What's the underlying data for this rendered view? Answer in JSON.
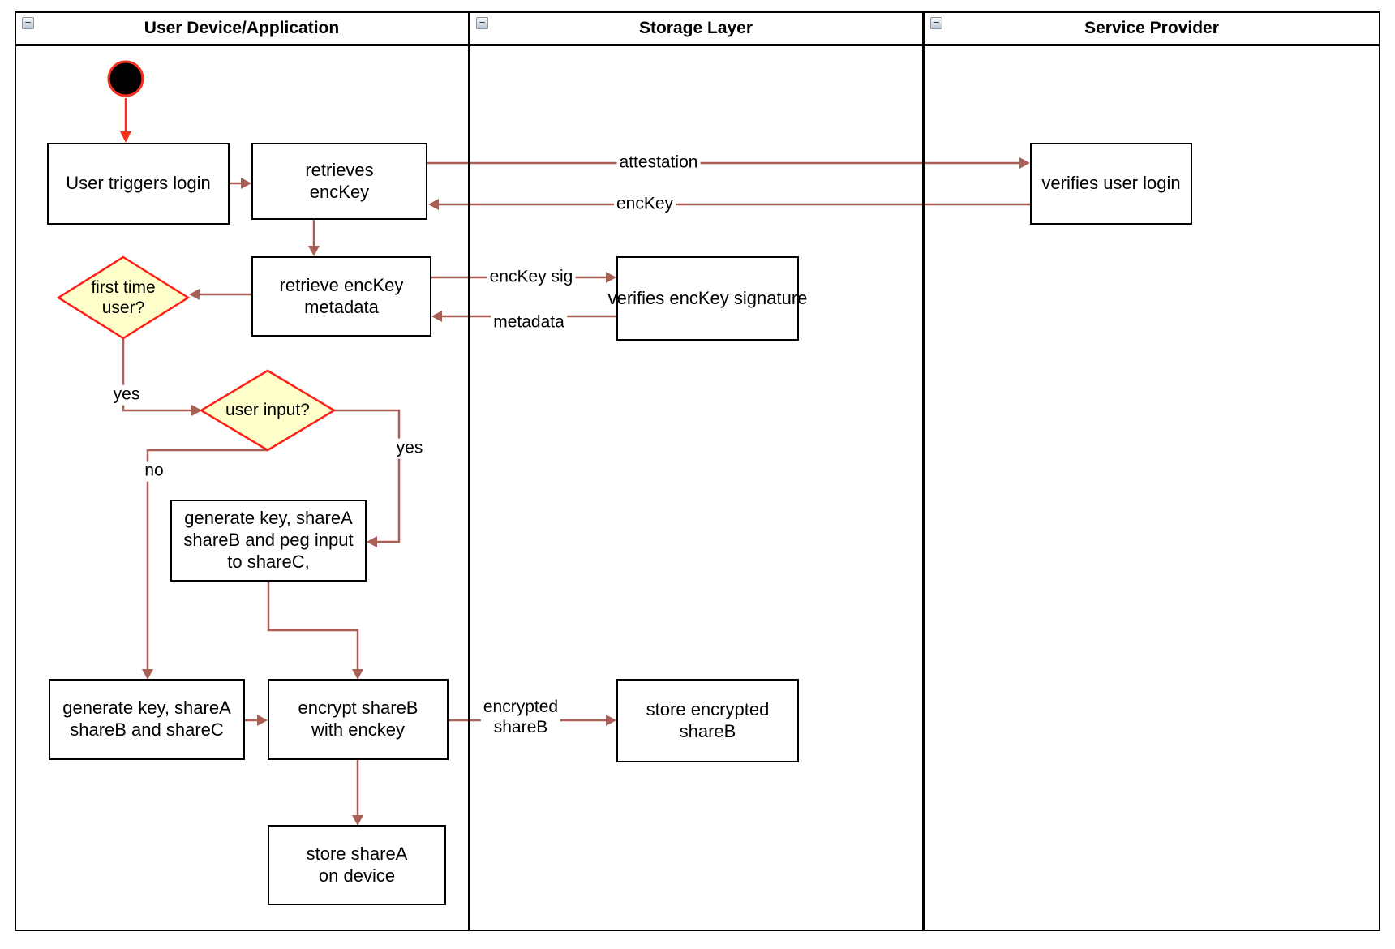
{
  "diagram": {
    "lanes": [
      {
        "title": "User Device/Application"
      },
      {
        "title": "Storage Layer"
      },
      {
        "title": "Service Provider"
      }
    ],
    "collapse_glyph": "−",
    "nodes": {
      "user_triggers_login": {
        "label": "User triggers login"
      },
      "retrieves_enckey": {
        "label": "retrieves\nencKey"
      },
      "retrieve_enckey_metadata": {
        "label": "retrieve encKey\nmetadata"
      },
      "first_time_user": {
        "label": "first time\nuser?"
      },
      "user_input": {
        "label": "user input?"
      },
      "generate_key_peg_input": {
        "label": "generate key, shareA\nshareB and peg input\nto shareC,"
      },
      "generate_key_sharec": {
        "label": "generate key, shareA\nshareB and shareC"
      },
      "encrypt_shareb": {
        "label": "encrypt shareB\nwith enckey"
      },
      "store_sharea": {
        "label": "store shareA\non device"
      },
      "verifies_enckey_signature": {
        "label": "verifies encKey signature"
      },
      "store_encrypted_shareb": {
        "label": "store encrypted\nshareB"
      },
      "verifies_user_login": {
        "label": "verifies user login"
      }
    },
    "edge_labels": {
      "attestation": "attestation",
      "enckey": "encKey",
      "enckey_sig": "encKey sig",
      "metadata": "metadata",
      "encrypted_shareb": "encrypted\nshareB",
      "yes_first_time": "yes",
      "yes_user_input": "yes",
      "no_user_input": "no"
    },
    "colors": {
      "arrow": "#aa5f55",
      "start_arrow": "#f4301f",
      "decision_fill": "#ffffcc",
      "decision_border": "#ff2015"
    }
  }
}
